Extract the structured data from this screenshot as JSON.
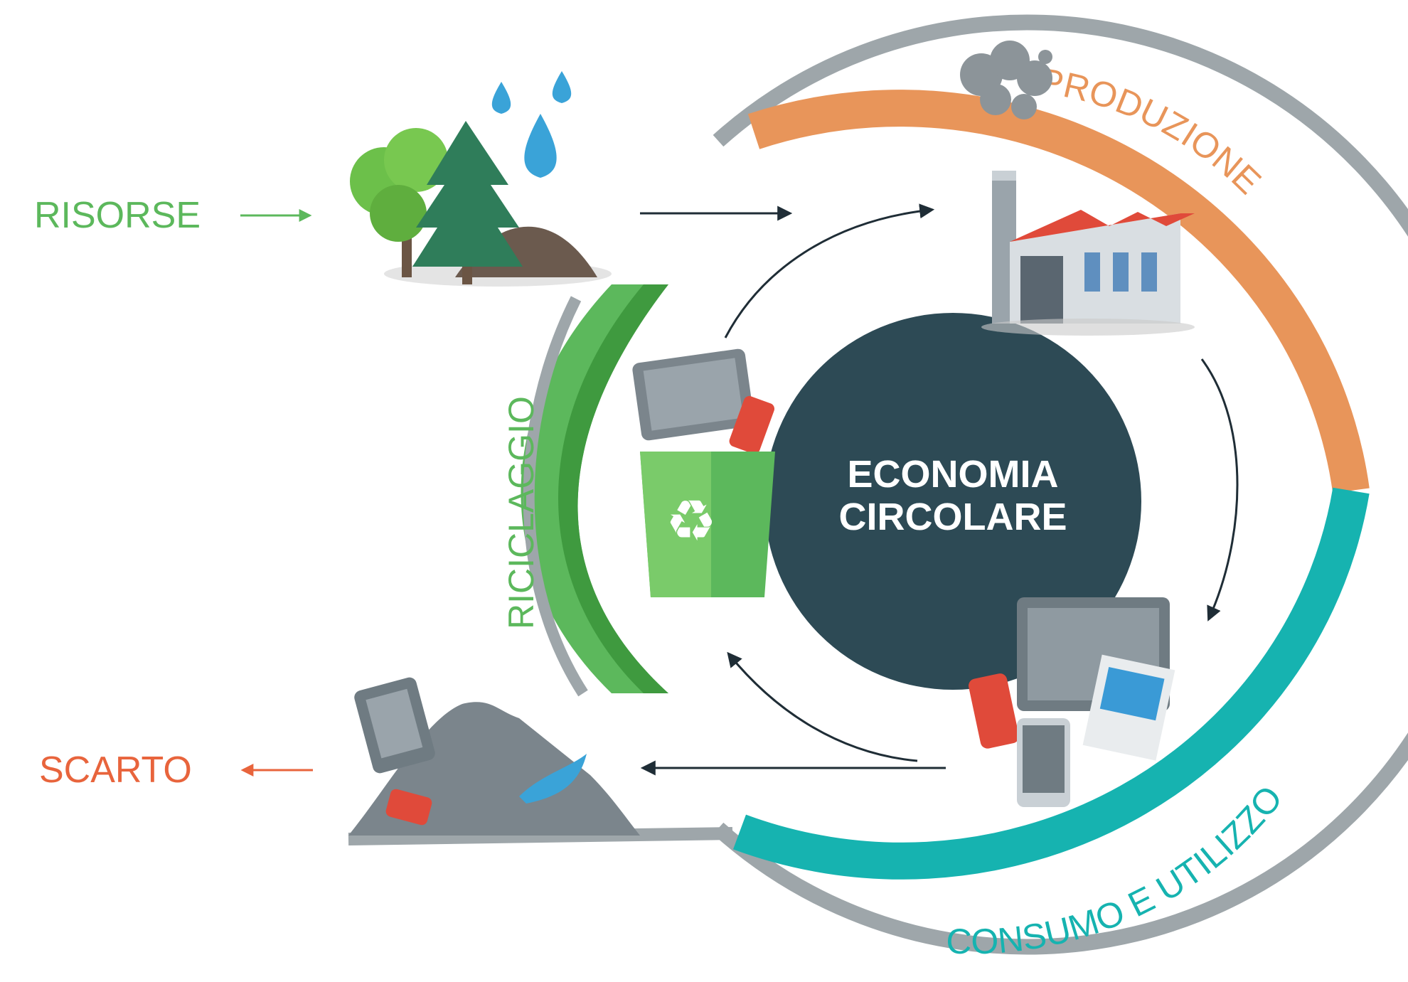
{
  "center": {
    "line1": "ECONOMIA",
    "line2": "CIRCOLARE"
  },
  "labels": {
    "risorse": "RISORSE",
    "scarto": "SCARTO",
    "produzione": "PRODUZIONE",
    "consumo": "CONSUMO E UTILIZZO",
    "riciclaggio": "RICICLAGGIO"
  },
  "colors": {
    "center": "#2d4a55",
    "produzione": "#e8955a",
    "consumo": "#16b3b0",
    "riciclaggio": "#5cb85c",
    "ring_gray": "#9ea6aa",
    "arrow_dark": "#1f2d36",
    "risorse_text": "#5cb85c",
    "scarto_text": "#e8643c"
  },
  "icons": [
    "trees-icon",
    "water-drops-icon",
    "factory-icon",
    "smoke-icon",
    "devices-icon",
    "recycle-bin-icon",
    "waste-pile-icon"
  ]
}
